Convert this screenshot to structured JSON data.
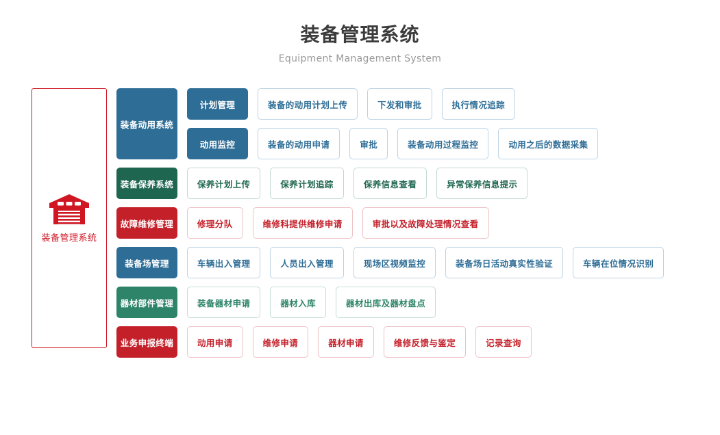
{
  "header": {
    "title": "装备管理系统",
    "subtitle": "Equipment Management System"
  },
  "root": {
    "label": "装备管理系统",
    "icon": "warehouse-icon",
    "border_color": "#cf1622",
    "text_color": "#cf1622"
  },
  "colors": {
    "blue": "#2e6d96",
    "green": "#1f6650",
    "green_light": "#2e8469",
    "red": "#c4202a",
    "leaf_blue_border": "#bcd3e4",
    "leaf_green_border": "#c2d8d0",
    "leaf_red_border": "#edc2c6",
    "title_gray": "#3c3c3c",
    "subtitle_gray": "#9a9a9a"
  },
  "rows": [
    {
      "category": "装备动用系统",
      "theme": "blue",
      "groups": [
        {
          "mid": "计划管理",
          "leaves": [
            "装备的动用计划上传",
            "下发和审批",
            "执行情况追踪"
          ]
        },
        {
          "mid": "动用监控",
          "leaves": [
            "装备的动用申请",
            "审批",
            "装备动用过程监控",
            "动用之后的数据采集"
          ]
        }
      ]
    },
    {
      "category": "装备保养系统",
      "theme": "green",
      "groups": [
        {
          "mid": null,
          "leaves": [
            "保养计划上传",
            "保养计划追踪",
            "保养信息查看",
            "异常保养信息提示"
          ]
        }
      ]
    },
    {
      "category": "故障维修管理",
      "theme": "red",
      "groups": [
        {
          "mid": null,
          "leaves": [
            "修理分队",
            "维修科提供维修申请",
            "审批以及故障处理情况查看"
          ]
        }
      ]
    },
    {
      "category": "装备场管理",
      "theme": "blue2",
      "groups": [
        {
          "mid": null,
          "leaves": [
            "车辆出入管理",
            "人员出入管理",
            "现场区视频监控",
            "装备场日活动真实性验证",
            "车辆在位情况识别"
          ]
        }
      ]
    },
    {
      "category": "器材部件管理",
      "theme": "green2",
      "groups": [
        {
          "mid": null,
          "leaves": [
            "装备器材申请",
            "器材入库",
            "器材出库及器材盘点"
          ]
        }
      ]
    },
    {
      "category": "业务申报终端",
      "theme": "red2",
      "groups": [
        {
          "mid": null,
          "leaves": [
            "动用申请",
            "维修申请",
            "器材申请",
            "维修反馈与鉴定",
            "记录查询"
          ]
        }
      ]
    }
  ]
}
